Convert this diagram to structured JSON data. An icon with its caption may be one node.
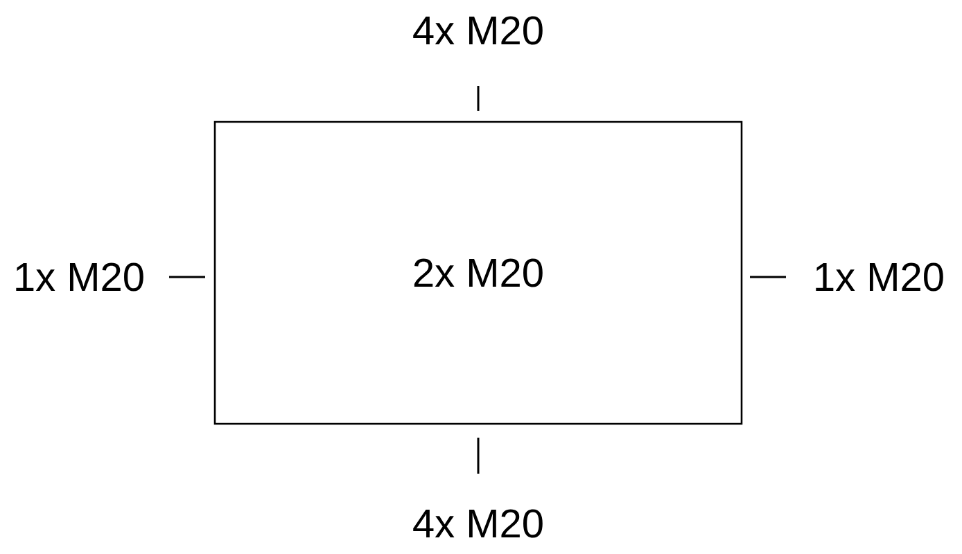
{
  "diagram": {
    "nodes": [
      {
        "text": [
          "2x M20"
        ]
      }
    ],
    "labels": [
      "4x M20",
      "1x M20",
      "1x M20",
      "4x M20"
    ]
  }
}
